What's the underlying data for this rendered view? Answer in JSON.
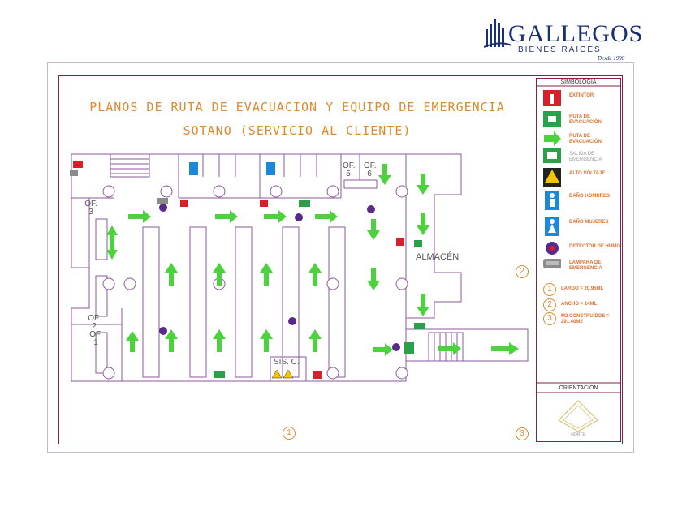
{
  "brand": {
    "name": "GALLEGOS",
    "sub": "BIENES RAICES",
    "since": "Desde 1998",
    "color": "#1b2f73"
  },
  "title": {
    "line1": "PLANOS DE RUTA DE EVACUACION Y EQUIPO DE EMERGENCIA",
    "line2": "SOTANO (SERVICIO AL CLIENTE)"
  },
  "legend": {
    "heading": "SIMBOLOGIA",
    "items": [
      {
        "icon": "fire-extinguisher-icon",
        "label": "EXTINTOR"
      },
      {
        "icon": "evacuation-route-sign-icon",
        "label": "RUTA DE EVACUACIÓN"
      },
      {
        "icon": "evacuation-arrow-icon",
        "label": "RUTA DE EVACUACIÓN"
      },
      {
        "icon": "emergency-exit-icon",
        "label": "SALIDA DE EMERGENCIA"
      },
      {
        "icon": "high-voltage-icon",
        "label": "ALTO VOLTAJE"
      },
      {
        "icon": "mens-restroom-icon",
        "label": "BAÑO HOMBRES"
      },
      {
        "icon": "womens-restroom-icon",
        "label": "BAÑO MUJERES"
      },
      {
        "icon": "smoke-detector-icon",
        "label": "DETECTOR DE HUMO"
      },
      {
        "icon": "emergency-lamp-icon",
        "label": "LAMPARA DE EMERGENCIA"
      }
    ],
    "dimensions": [
      {
        "num": "1",
        "label": "LARGO = 20.95ML"
      },
      {
        "num": "2",
        "label": "ANCHO = 14ML"
      },
      {
        "num": "3",
        "label": "M2 CONSTRUIDOS = 291.40M2"
      }
    ],
    "orientation": "ORIENTACIÓN",
    "north": "NORTE"
  },
  "rooms": {
    "of3": "OF. 3",
    "of5": "OF. 5",
    "of6": "OF. 6",
    "of2": "OF. 2",
    "of1": "OF. 1",
    "almacen": "ALMACÉN",
    "sisc": "SIS. C."
  },
  "markers": {
    "m1": "1",
    "m2": "2",
    "m3": "3"
  },
  "colors": {
    "wall": "#8b5a9c",
    "arrow": "#4cd23c",
    "title": "#e08a2c",
    "frame": "#8b1e45",
    "extinguisher": "#d8202a",
    "detector": "#5a2a8a"
  }
}
